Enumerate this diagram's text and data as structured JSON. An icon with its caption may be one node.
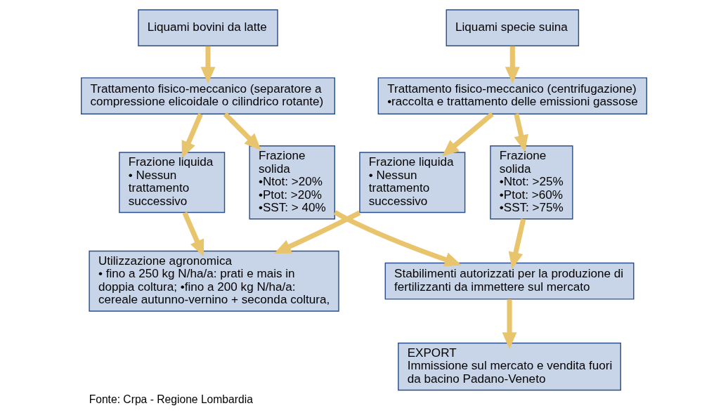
{
  "diagram": {
    "caption": "Fonte: Crpa - Regione Lombardia",
    "nodes": [
      {
        "text": [
          "Liquami bovini da latte"
        ]
      },
      {
        "text": [
          "Trattamento fisico-meccanico (separatore a compressione elicoidale o cilindrico rotante)"
        ]
      },
      {
        "text": [
          "Frazione liquida",
          "• Nessun trattamento successivo"
        ]
      },
      {
        "text": [
          "Frazione solida",
          "•Ntot: >20% •Ptot: >20% •SST: > 40%"
        ]
      },
      {
        "text": [
          "Liquami specie suina"
        ]
      },
      {
        "text": [
          "Trattamento fisico-meccanico (centrifugazione)",
          "•raccolta e trattamento delle emissioni gassose"
        ]
      },
      {
        "text": [
          "Frazione liquida",
          "• Nessun trattamento successivo"
        ]
      },
      {
        "text": [
          "Frazione solida",
          "•Ntot: >25% •Ptot: >60% •SST: >75%"
        ]
      },
      {
        "text": [
          "Utilizzazione agronomica",
          "• fino a 250 kg N/ha/a: prati e mais in doppia coltura; •fino a 200 kg N/ha/a: cereale autunno-vernino + seconda coltura,"
        ]
      },
      {
        "text": [
          "Stabilimenti autorizzati per la produzione di fertilizzanti da immettere sul mercato"
        ]
      },
      {
        "text": [
          "EXPORT",
          "Immissione sul mercato e vendita fuori da bacino Padano-Veneto"
        ]
      }
    ],
    "edges": [
      {
        "from": 0,
        "to": 1,
        "arrow": "to"
      },
      {
        "from": 1,
        "to": 2,
        "arrow": "to"
      },
      {
        "from": 1,
        "to": 3,
        "arrow": "to"
      },
      {
        "from": 4,
        "to": 5,
        "arrow": "to"
      },
      {
        "from": 5,
        "to": 6,
        "arrow": "to"
      },
      {
        "from": 5,
        "to": 7,
        "arrow": "to"
      },
      {
        "from": 2,
        "to": 8,
        "arrow": "to"
      },
      {
        "from": 3,
        "to": 9,
        "arrow": "to"
      },
      {
        "from": 6,
        "to": 8,
        "arrow": "to"
      },
      {
        "from": 7,
        "to": 9,
        "arrow": "to"
      },
      {
        "from": 9,
        "to": 10,
        "arrow": "to"
      }
    ]
  }
}
